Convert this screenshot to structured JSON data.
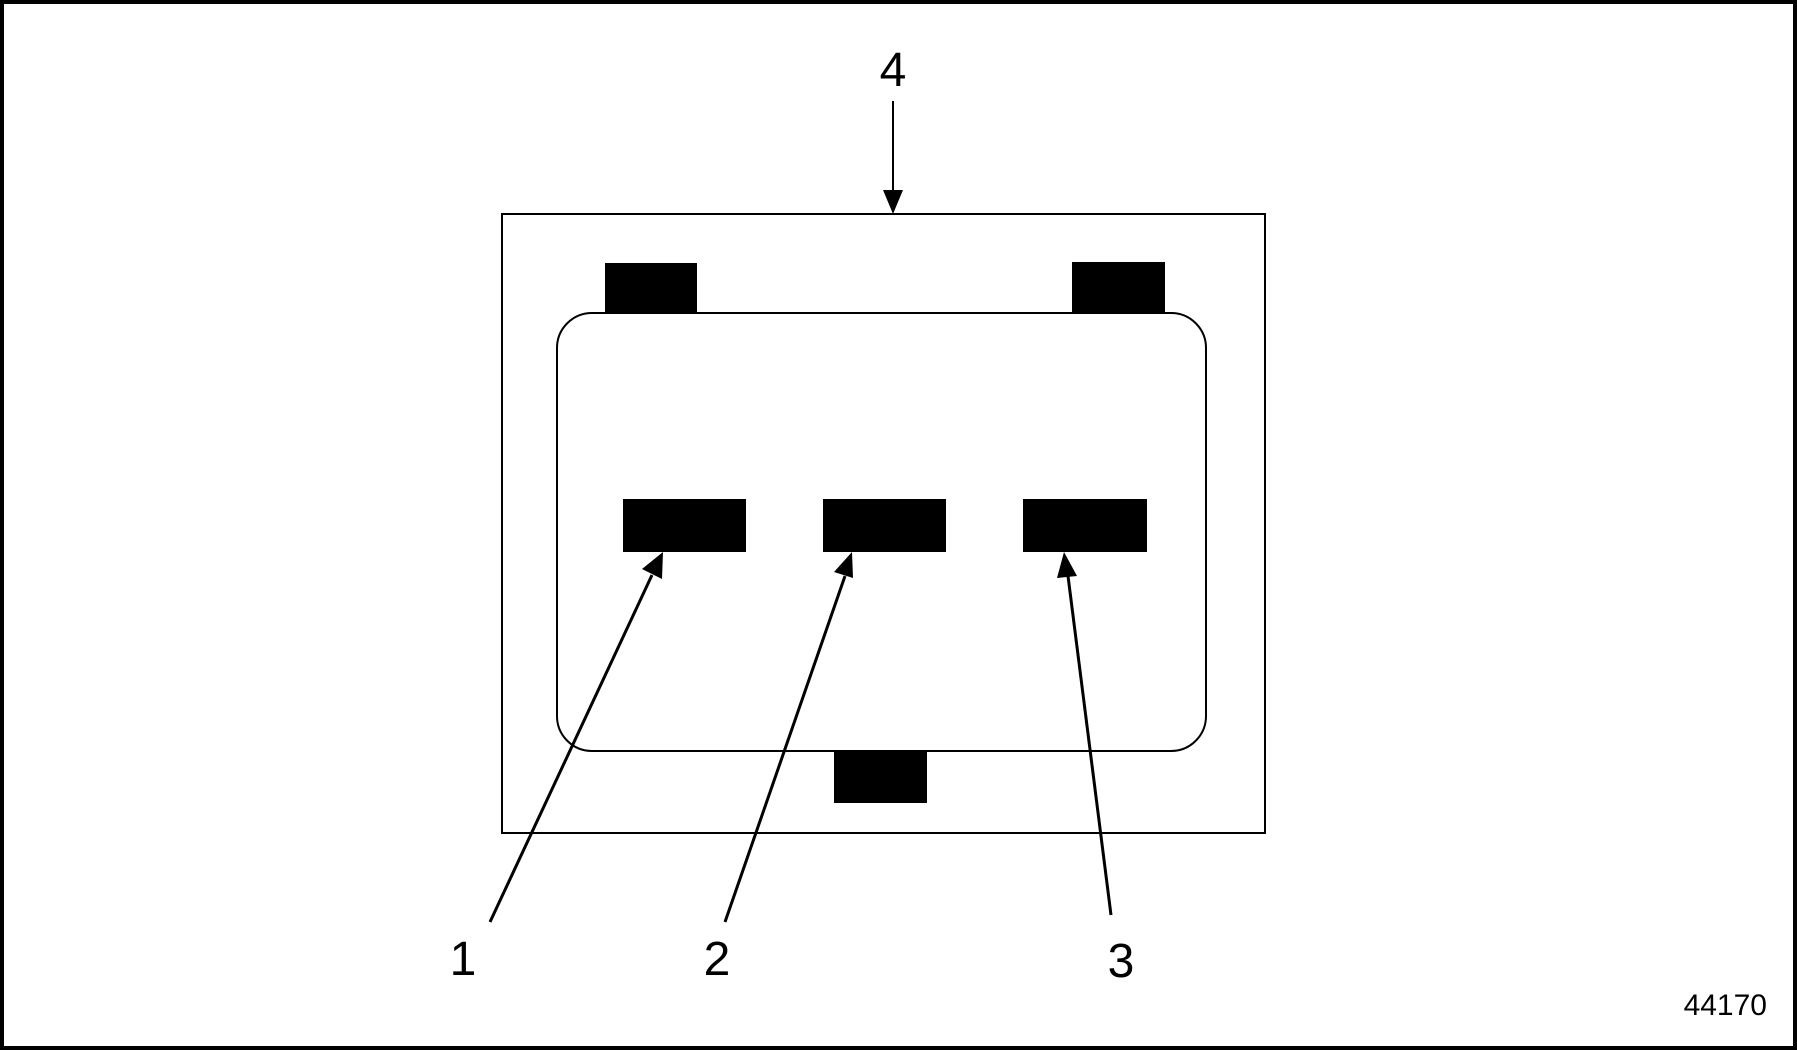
{
  "diagram": {
    "type": "connector-pinout",
    "description": "Three-pin connector face view with callout arrows",
    "figure_id": "44170",
    "colors": {
      "line": "#000000",
      "background": "#ffffff",
      "fill": "#000000"
    },
    "callouts": [
      {
        "id": "1",
        "label": "1",
        "target": "terminal-1"
      },
      {
        "id": "2",
        "label": "2",
        "target": "terminal-2"
      },
      {
        "id": "3",
        "label": "3",
        "target": "terminal-3"
      },
      {
        "id": "4",
        "label": "4",
        "target": "connector-housing"
      }
    ],
    "components": {
      "housing": "outer rectangular connector housing",
      "face": "inner rounded-rectangle connector face",
      "terminals": [
        "terminal-1",
        "terminal-2",
        "terminal-3"
      ],
      "locating_tabs": [
        "top-left-tab",
        "top-right-tab",
        "bottom-tab"
      ]
    }
  }
}
